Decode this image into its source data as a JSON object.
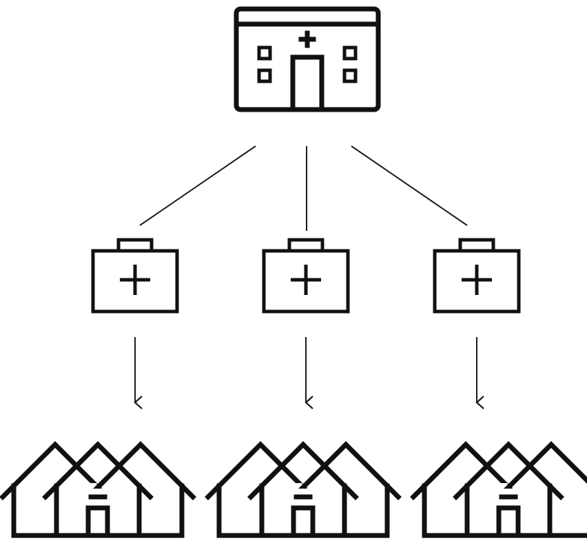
{
  "diagram": {
    "type": "hierarchy",
    "colors": {
      "ink": "#111111",
      "line": "#1a1a1a",
      "background": "#ffffff"
    },
    "root": {
      "icon": "hospital-icon"
    },
    "tiers": [
      {
        "icon": "first-aid-kit-icon",
        "count": 3,
        "connection_to_parent": "line"
      },
      {
        "icon": "houses-icon",
        "count": 3,
        "connection_to_parent": "arrow"
      }
    ]
  }
}
